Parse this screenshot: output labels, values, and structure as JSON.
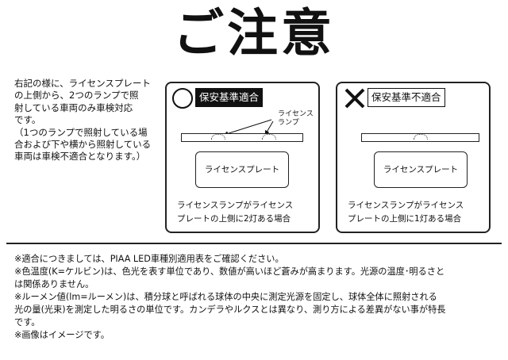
{
  "title": "ご注意",
  "intro": {
    "lines": [
      "右記の様に、ライセンスプレート",
      "の上側から、2つのランプで照",
      "射している車両のみ車検対応",
      "です。"
    ],
    "note_lines": [
      "（1つのランプで照射している場",
      "合および下や横から照射している",
      "車両は車検不適合となります。）"
    ]
  },
  "panels": [
    {
      "mark": "circle-mark-icon",
      "label": "保安基準適合",
      "callout_lines": [
        "ライセンス",
        "ランプ"
      ],
      "plate_text": "ライセンスプレート",
      "caption_lines": [
        "ライセンスランプがライセンス",
        "プレートの上側に2灯ある場合"
      ],
      "lamp_count": 2
    },
    {
      "mark": "cross-mark-icon",
      "label": "保安基準不適合",
      "plate_text": "ライセンスプレート",
      "caption_lines": [
        "ライセンスランプがライセンス",
        "プレートの上側に1灯ある場合"
      ],
      "lamp_count": 1
    }
  ],
  "footnotes": [
    "※適合につきましては、PIAA LED車種別適用表をご確認ください。",
    "※色温度(K=ケルビン)は、色光を表す単位であり、数値が高いほど蒼みが高まります。光源の温度･明るさと",
    "は関係ありません。",
    "※ルーメン値(lm=ルーメン)は、積分球と呼ばれる球体の中央に測定光源を固定し、球体全体に照射される",
    "光の量(光束)を測定した明るさの単位です。カンデラやルクスとは異なり、測り方による差異がない事が特長",
    "です。",
    "※画像はイメージです。"
  ]
}
